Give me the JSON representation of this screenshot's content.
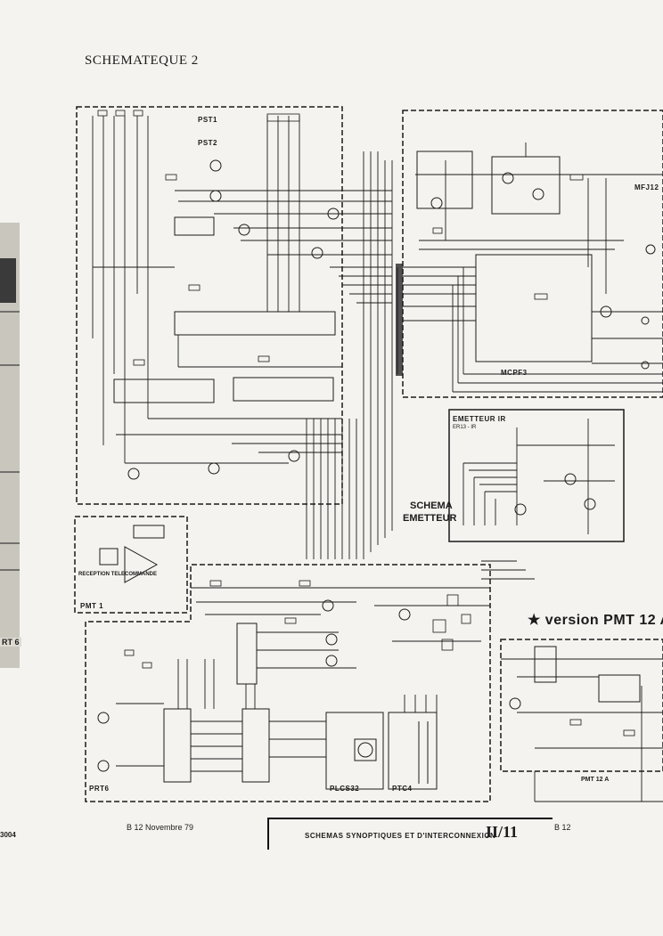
{
  "header": {
    "title": "SCHEMATEQUE 2"
  },
  "modules": {
    "pst1": "PST1",
    "pst2": "PST2",
    "mfj12": "MFJ12",
    "mcpf3": "MCPF3",
    "emetteur_line1": "EMETTEUR IR",
    "emetteur_line2": "ER13 - IR",
    "schema_line1": "SCHEMA",
    "schema_line2": "EMETTEUR",
    "pmt1": "PMT 1",
    "reception": "RECEPTION TELECOMMANDE",
    "prt6": "PRT6",
    "plcs32": "PLCS32",
    "ptc4": "PTC4",
    "pmt12a": "PMT 12 A",
    "left_mark": "RT 6"
  },
  "version_label": "★ version PMT 12 A",
  "footer": {
    "left": "B 12     Novembre 79",
    "caption": "SCHEMAS SYNOPTIQUES ET D'INTERCONNEXION",
    "number": "II/11",
    "right": "B 12",
    "code": "3004"
  },
  "colors": {
    "ink": "#1b1b1b",
    "paper": "#f4f3ef",
    "left_strip": "#c9c6bd"
  }
}
